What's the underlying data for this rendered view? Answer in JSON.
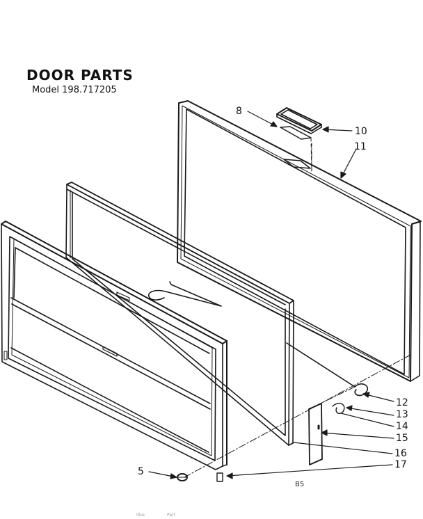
{
  "header": {
    "title": "DOOR PARTS",
    "model": "Model 198.717205"
  },
  "footer": {
    "diagram_code": "B5",
    "faint_left": "Illus",
    "faint_right": "Part"
  },
  "callouts": [
    {
      "id": "8",
      "label": "8"
    },
    {
      "id": "10",
      "label": "10"
    },
    {
      "id": "11",
      "label": "11"
    },
    {
      "id": "12",
      "label": "12"
    },
    {
      "id": "13",
      "label": "13"
    },
    {
      "id": "14",
      "label": "14"
    },
    {
      "id": "15",
      "label": "15"
    },
    {
      "id": "16",
      "label": "16"
    },
    {
      "id": "17",
      "label": "17"
    },
    {
      "id": "5",
      "label": "5"
    }
  ],
  "colors": {
    "line": "#1a1a1a",
    "background": "#ffffff"
  }
}
